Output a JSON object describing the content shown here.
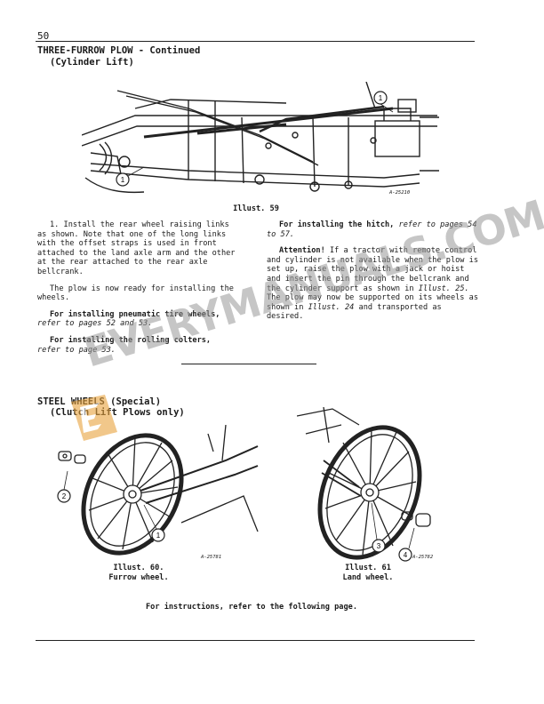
{
  "page": {
    "number": "50",
    "title": "THREE-FURROW PLOW - Continued",
    "subtitle": "(Cylinder Lift)"
  },
  "illust_59": {
    "caption": "Illust. 59",
    "tag": "A-25210",
    "callouts": [
      "1",
      "1"
    ]
  },
  "left_column": {
    "p1": "1. Install the rear wheel raising links as shown. Note that one of the long links with the offset straps is used in front attached to the land axle arm and the other at the rear attached to the rear axle bellcrank.",
    "p2": "The plow is now ready for installing the wheels.",
    "p3_bold": "For installing pneumatic tire wheels,",
    "p3_italic": "refer to pages 52 and 53.",
    "p4_bold": "For installing the rolling colters,",
    "p4_italic": "refer to page 53."
  },
  "right_column": {
    "p1_bold": "For installing the hitch,",
    "p1_italic": "refer to pages 54 to 57.",
    "p2_bold": "Attention!",
    "p2_a": "If a tractor with remote control and cylinder is not available when the plow is set up, raise the plow with a jack or hoist and insert the pin through the bellcrank and the cylinder support as shown in",
    "p2_italic1": "Illust. 25.",
    "p2_b": "The plow may now be supported on its wheels as shown in",
    "p2_italic2": "Illust. 24",
    "p2_c": "and transported as desired."
  },
  "steel_wheels": {
    "title": "STEEL WHEELS (Special)",
    "subtitle": "(Clutch Lift Plows only)"
  },
  "illust_60": {
    "caption": "Illust. 60.",
    "subcaption": "Furrow wheel.",
    "tag": "A-25781",
    "callouts": [
      "2",
      "1"
    ]
  },
  "illust_61": {
    "caption": "Illust. 61",
    "subcaption": "Land wheel.",
    "tag": "A-25782",
    "callouts": [
      "3",
      "4"
    ]
  },
  "footer_note": "For instructions, refer to the following page.",
  "watermark": "EVERYMANUALS.COM"
}
